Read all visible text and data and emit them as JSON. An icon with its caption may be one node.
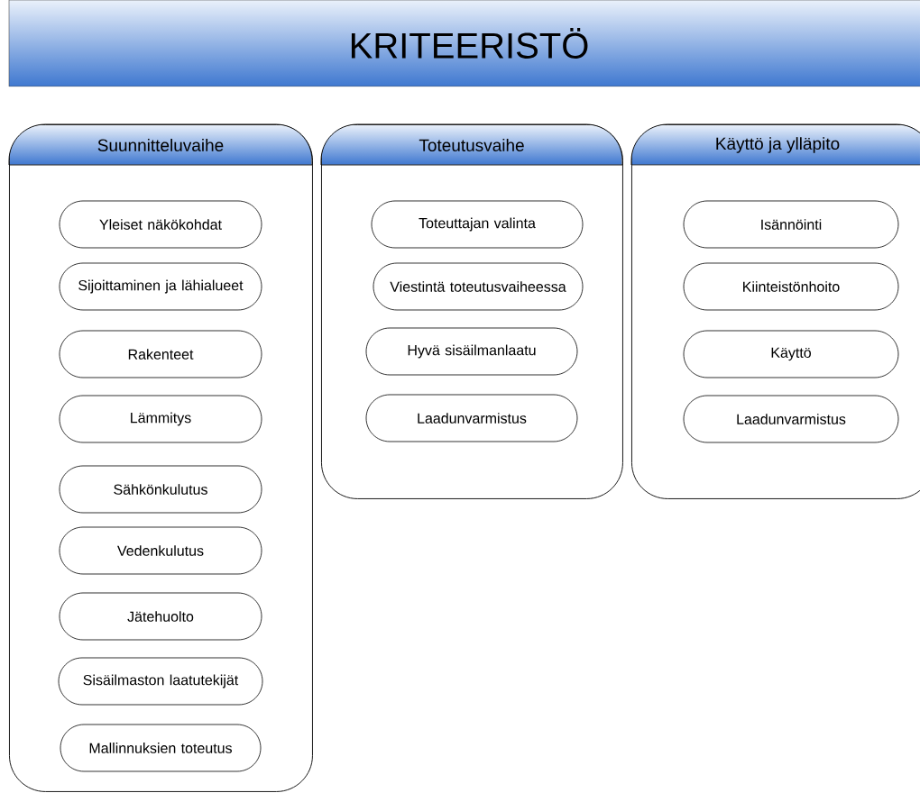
{
  "diagram": {
    "title": "KRITEERISTÖ",
    "nodes": [
      {
        "text": [
          "Suunnitteluvaihe"
        ]
      },
      {
        "text": [
          "Yleiset näkökohdat"
        ],
        "in": 0
      },
      {
        "text": [
          "Sijoittaminen ja lähialueet"
        ],
        "in": 0
      },
      {
        "text": [
          "Rakenteet"
        ],
        "in": 0
      },
      {
        "text": [
          "Lämmitys"
        ],
        "in": 0
      },
      {
        "text": [
          "Sähkönkulutus"
        ],
        "in": 0
      },
      {
        "text": [
          "Vedenkulutus"
        ],
        "in": 0
      },
      {
        "text": [
          "Jätehuolto"
        ],
        "in": 0
      },
      {
        "text": [
          "Sisäilmaston laatutekijät"
        ],
        "in": 0
      },
      {
        "text": [
          "Mallinnuksien toteutus"
        ],
        "in": 0
      },
      {
        "text": [
          "Toteutusvaihe"
        ]
      },
      {
        "text": [
          "Toteuttajan valinta"
        ],
        "in": 10
      },
      {
        "text": [
          "Viestintä toteutusvaiheessa"
        ],
        "in": 10
      },
      {
        "text": [
          "Hyvä sisäilmanlaatu"
        ],
        "in": 10
      },
      {
        "text": [
          "Laadunvarmistus"
        ],
        "in": 10
      },
      {
        "text": [
          "Käyttö ja ylläpito"
        ]
      },
      {
        "text": [
          "Isännöinti"
        ],
        "in": 15
      },
      {
        "text": [
          "Kiinteistönhoito"
        ],
        "in": 15
      },
      {
        "text": [
          "Käyttö"
        ],
        "in": 15
      },
      {
        "text": [
          "Laadunvarmistus"
        ],
        "in": 15
      }
    ]
  }
}
